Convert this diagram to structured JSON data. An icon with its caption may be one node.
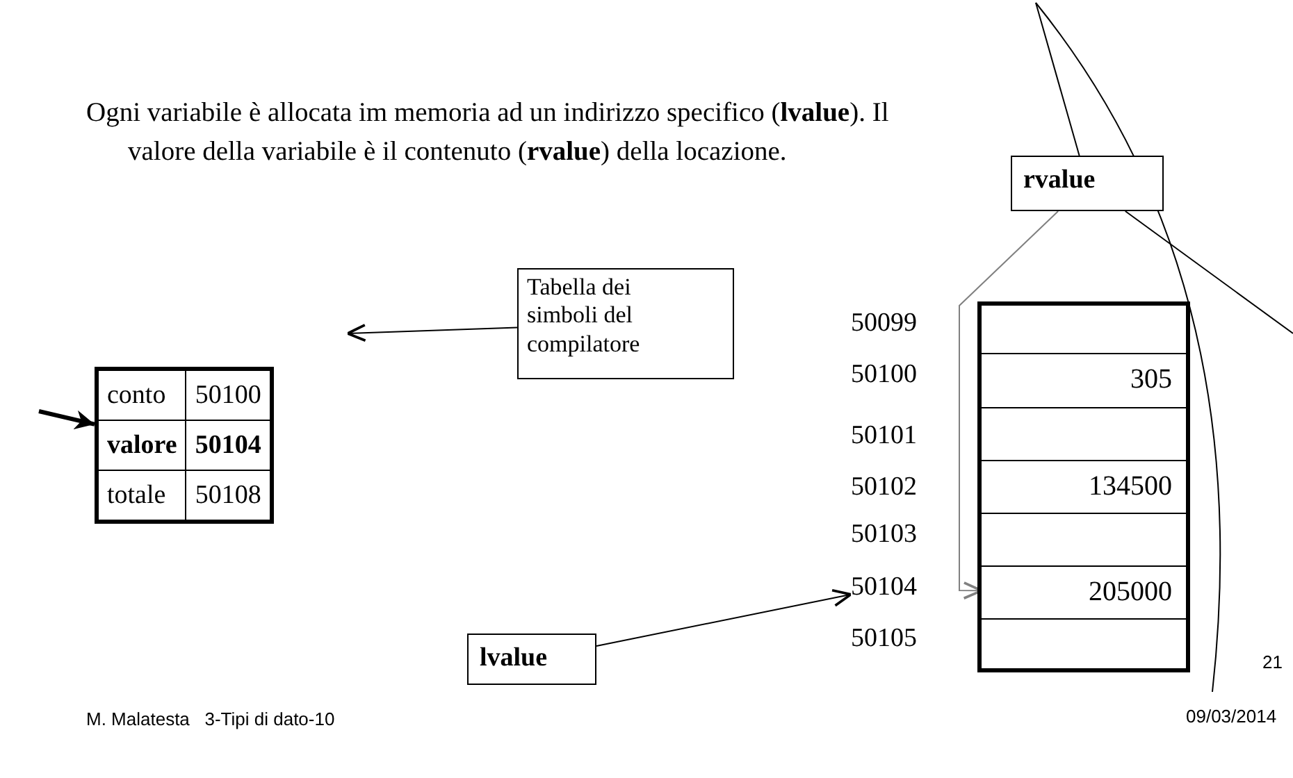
{
  "diagram": {
    "nodes": [
      {
        "text": [
          "rvalue"
        ]
      },
      {
        "text": [
          "Tabella dei simboli del compilatore"
        ]
      },
      {
        "text": [],
        "shape": "box"
      },
      {
        "text": [],
        "shape": "box",
        "in": 2
      },
      {
        "text": [
          "305"
        ],
        "in": 2
      },
      {
        "text": [],
        "shape": "box",
        "in": 2
      },
      {
        "text": [
          "134500"
        ],
        "in": 2
      },
      {
        "text": [],
        "shape": "box",
        "in": 2
      },
      {
        "text": [
          "205000"
        ],
        "in": 2
      },
      {
        "text": [],
        "shape": "box",
        "in": 2
      },
      {
        "text": [
          "50099"
        ]
      },
      {
        "text": [
          "50100"
        ]
      },
      {
        "text": [
          "50101"
        ]
      },
      {
        "text": [
          "50102"
        ]
      },
      {
        "text": [
          "50103"
        ]
      },
      {
        "text": [
          "50104"
        ]
      },
      {
        "text": [
          "50105"
        ]
      },
      {
        "text": [
          "conto",
          "50100",
          "valore",
          "50104",
          "totale",
          "50108"
        ]
      },
      {
        "text": [
          "lvalue"
        ]
      }
    ],
    "edges": [
      {
        "from": 0,
        "to": 8,
        "arrow": "to",
        "color": "#808080"
      },
      {
        "from": 18,
        "to": 15,
        "arrow": "to"
      },
      {
        "from": 1,
        "to": null,
        "arrow": "to"
      },
      {
        "from": null,
        "to": 17,
        "arrow": "to",
        "style": "thick"
      },
      {
        "from": 0,
        "to": null,
        "arrow": "none"
      },
      {
        "from": 0,
        "to": null,
        "arrow": "none"
      }
    ],
    "labels": [
      "Ogni variabile è allocata im memoria ad un indirizzo specifico (**lvalue**). Il valore della variabile è il contenuto (**rvalue**) della locazione.",
      "M. Malatesta   3-Tipi di dato-10",
      "21",
      "09/03/2014"
    ]
  }
}
